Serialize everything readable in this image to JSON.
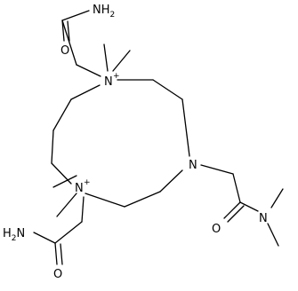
{
  "molecule": {
    "atoms": {
      "nh2_top": "NH",
      "nh2_top_sub": "2",
      "o_top": "O",
      "n_top": "N",
      "n_top_charge": "+",
      "n_right": "N",
      "n_left": "N",
      "n_left_charge": "+",
      "o_right": "O",
      "n_amide_right": "N",
      "h2n_bottom": "H",
      "h2n_bottom_sub": "2",
      "h2n_bottom_n": "N",
      "o_bottom": "O"
    }
  }
}
